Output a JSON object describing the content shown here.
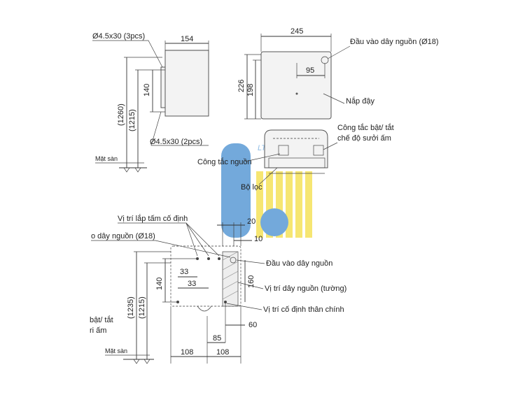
{
  "labels": {
    "screw_top": "Ø4.5x30 (3pcs)",
    "screw_bottom": "Ø4.5x30 (2pcs)",
    "floor_left": "Mặt sàn",
    "floor_bottom": "Mặt sàn",
    "power_inlet_top": "Đầu vào dây nguồn (Ø18)",
    "cover": "Nắp đậy",
    "heat_switch_line1": "Công tắc bật/ tắt",
    "heat_switch_line2": "chế độ sưởi ấm",
    "power_switch": "Công tắc nguồn",
    "filter": "Bộ lọc",
    "mount_plate": "Vị trí lắp tấm cố định",
    "power_inlet_cut": "o dây nguồn (Ø18)",
    "power_inlet_bottom": "Đầu vào dây nguồn",
    "cable_wall": "Vị trí dây nguồn (tường)",
    "body_fix": "Vị trí cố định thân chính",
    "cut_left_1": "bật/ tắt",
    "cut_left_2": "ri ấm",
    "watermark": "LT VN"
  },
  "dims": {
    "d154": "154",
    "d140a": "140",
    "d1260": "(1260)",
    "d1215a": "(1215)",
    "d245": "245",
    "d95": "95",
    "d226": "226",
    "d198": "198",
    "d20": "20",
    "d10": "10",
    "d33a": "33",
    "d33b": "33",
    "d140b": "140",
    "d160": "160",
    "d1235": "(1235)",
    "d1215b": "(1215)",
    "d60": "60",
    "d85": "85",
    "d108a": "108",
    "d108b": "108"
  },
  "colors": {
    "watermark_blue": "#5b9bd5",
    "watermark_yellow": "#f5e25a",
    "watermark_text": "#7ab0e0"
  }
}
